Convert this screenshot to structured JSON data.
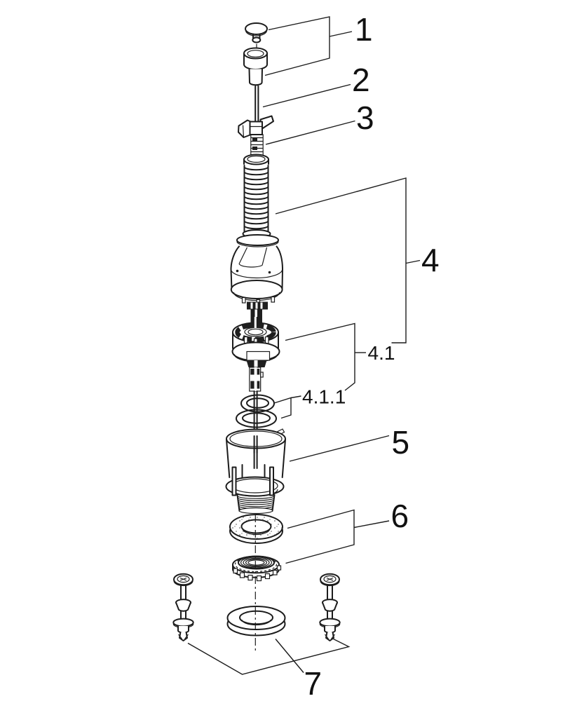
{
  "diagram": {
    "kind": "exploded-parts-diagram",
    "background_color": "#ffffff",
    "line_color": "#1c1c1c",
    "callouts": {
      "c1": "1",
      "c2": "2",
      "c3": "3",
      "c4": "4",
      "c41": "4.1",
      "c411": "4.1.1",
      "c5": "5",
      "c6": "6",
      "c7": "7"
    }
  }
}
